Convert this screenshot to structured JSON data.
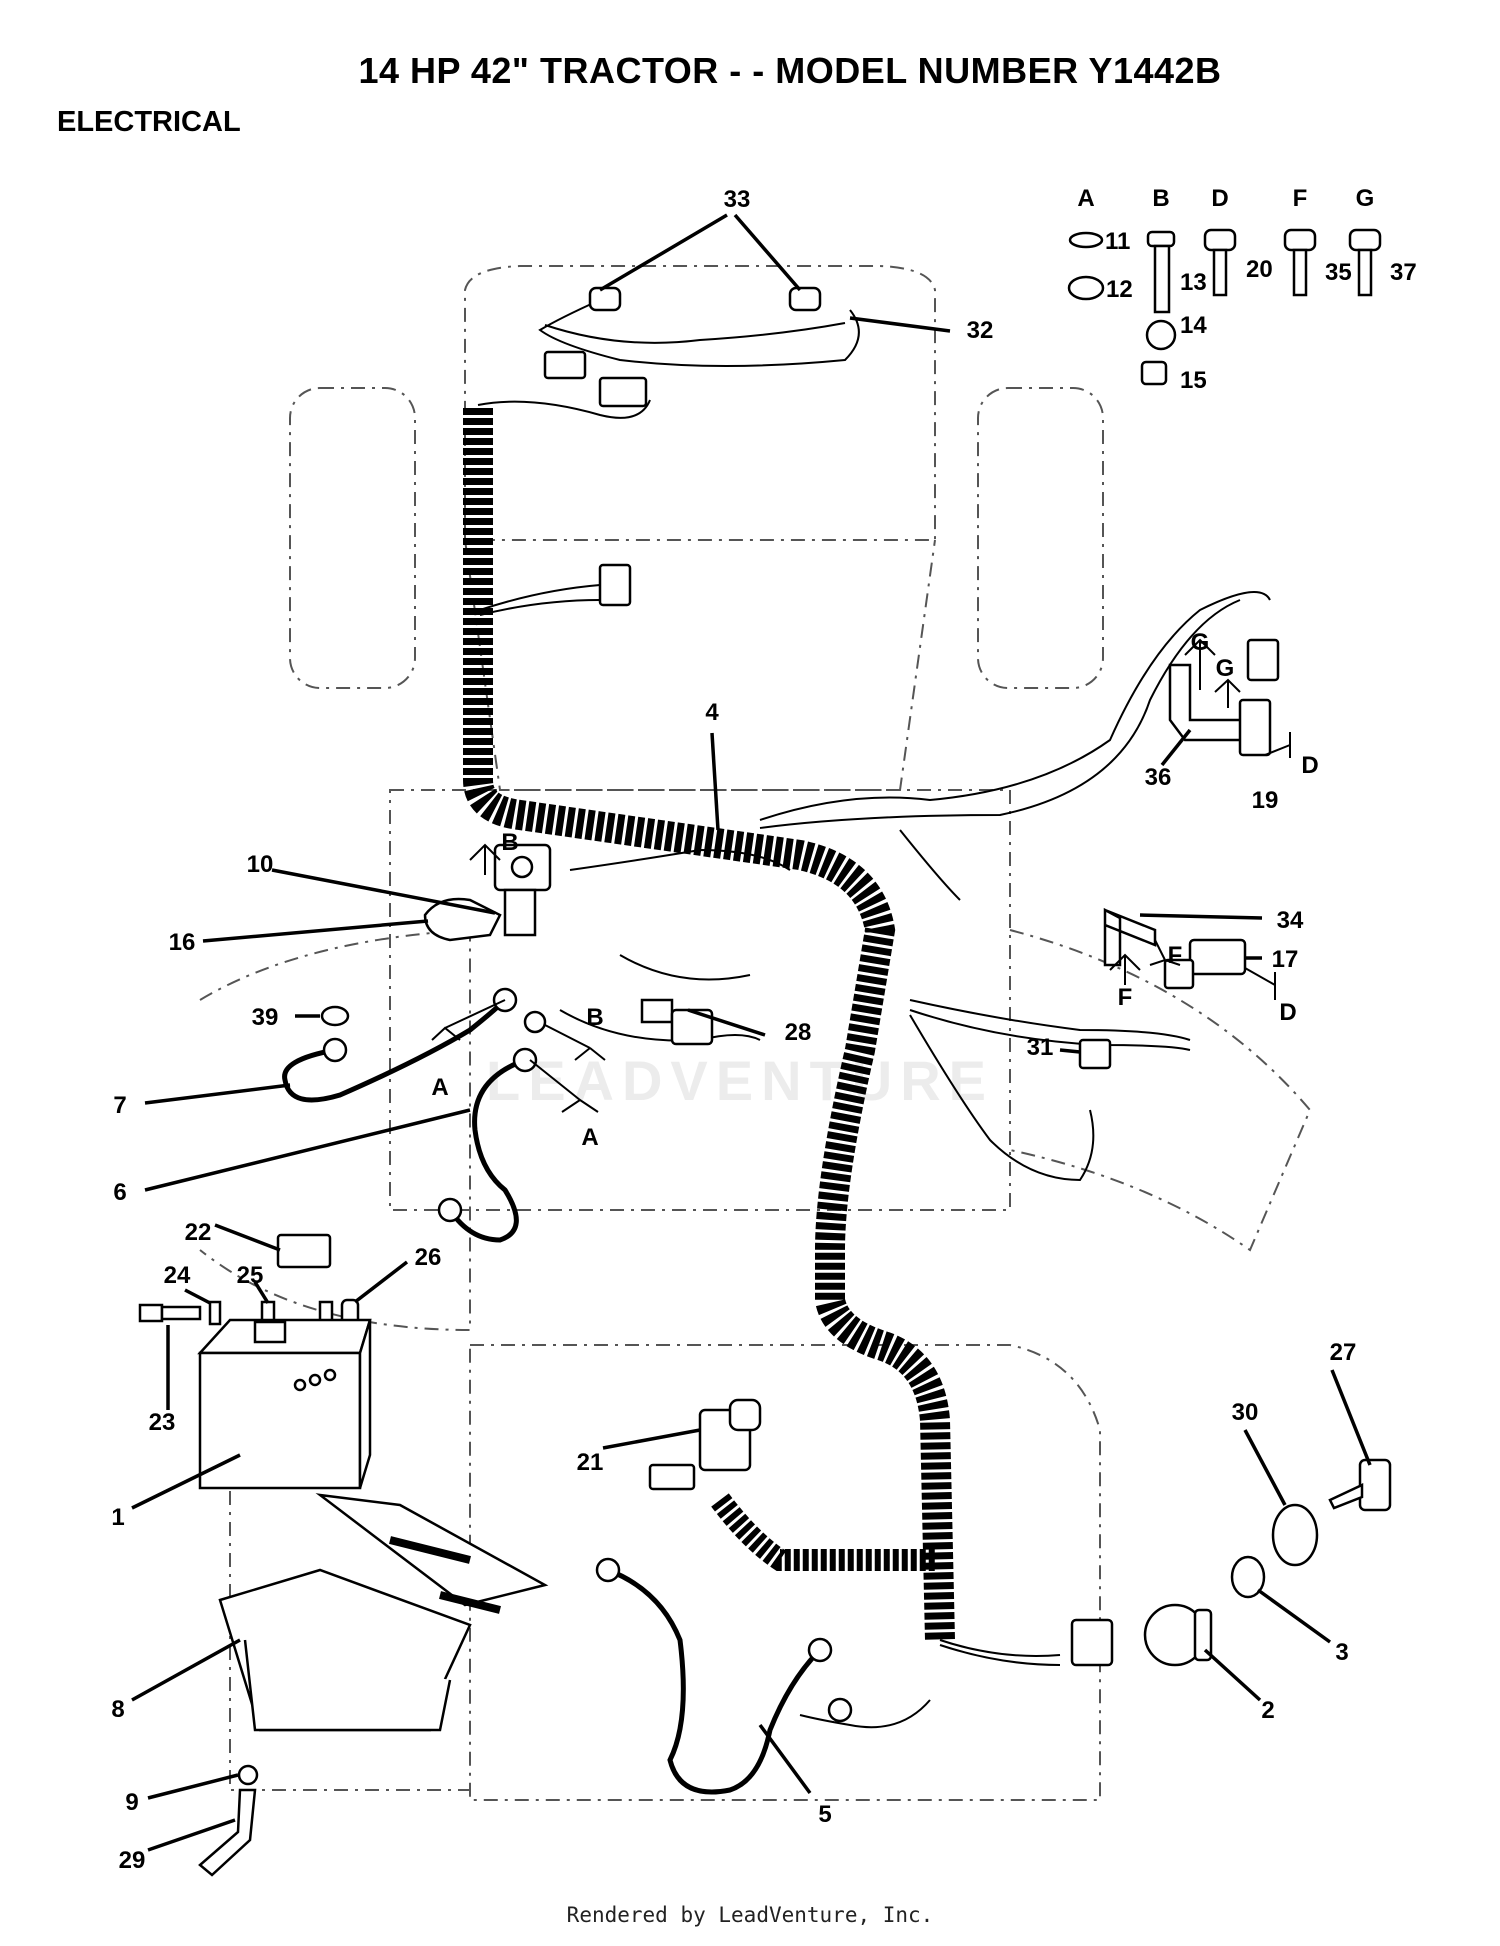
{
  "title": "14 HP 42\" TRACTOR - - MODEL NUMBER Y1442B",
  "section": "ELECTRICAL",
  "footer": "Rendered by LeadVenture, Inc.",
  "watermark": "LEADVENTURE",
  "hardware_keys": [
    "A",
    "B",
    "D",
    "F",
    "G"
  ],
  "hardware_numbers": [
    "11",
    "12",
    "13",
    "14",
    "15",
    "20",
    "35",
    "37"
  ],
  "callouts": [
    "1",
    "2",
    "3",
    "4",
    "5",
    "6",
    "7",
    "8",
    "9",
    "10",
    "16",
    "17",
    "19",
    "21",
    "22",
    "23",
    "24",
    "25",
    "26",
    "27",
    "28",
    "29",
    "30",
    "31",
    "32",
    "33",
    "34",
    "36",
    "39"
  ],
  "reference_letters": [
    "A",
    "A",
    "B",
    "B",
    "D",
    "D",
    "F",
    "F",
    "G",
    "G"
  ]
}
